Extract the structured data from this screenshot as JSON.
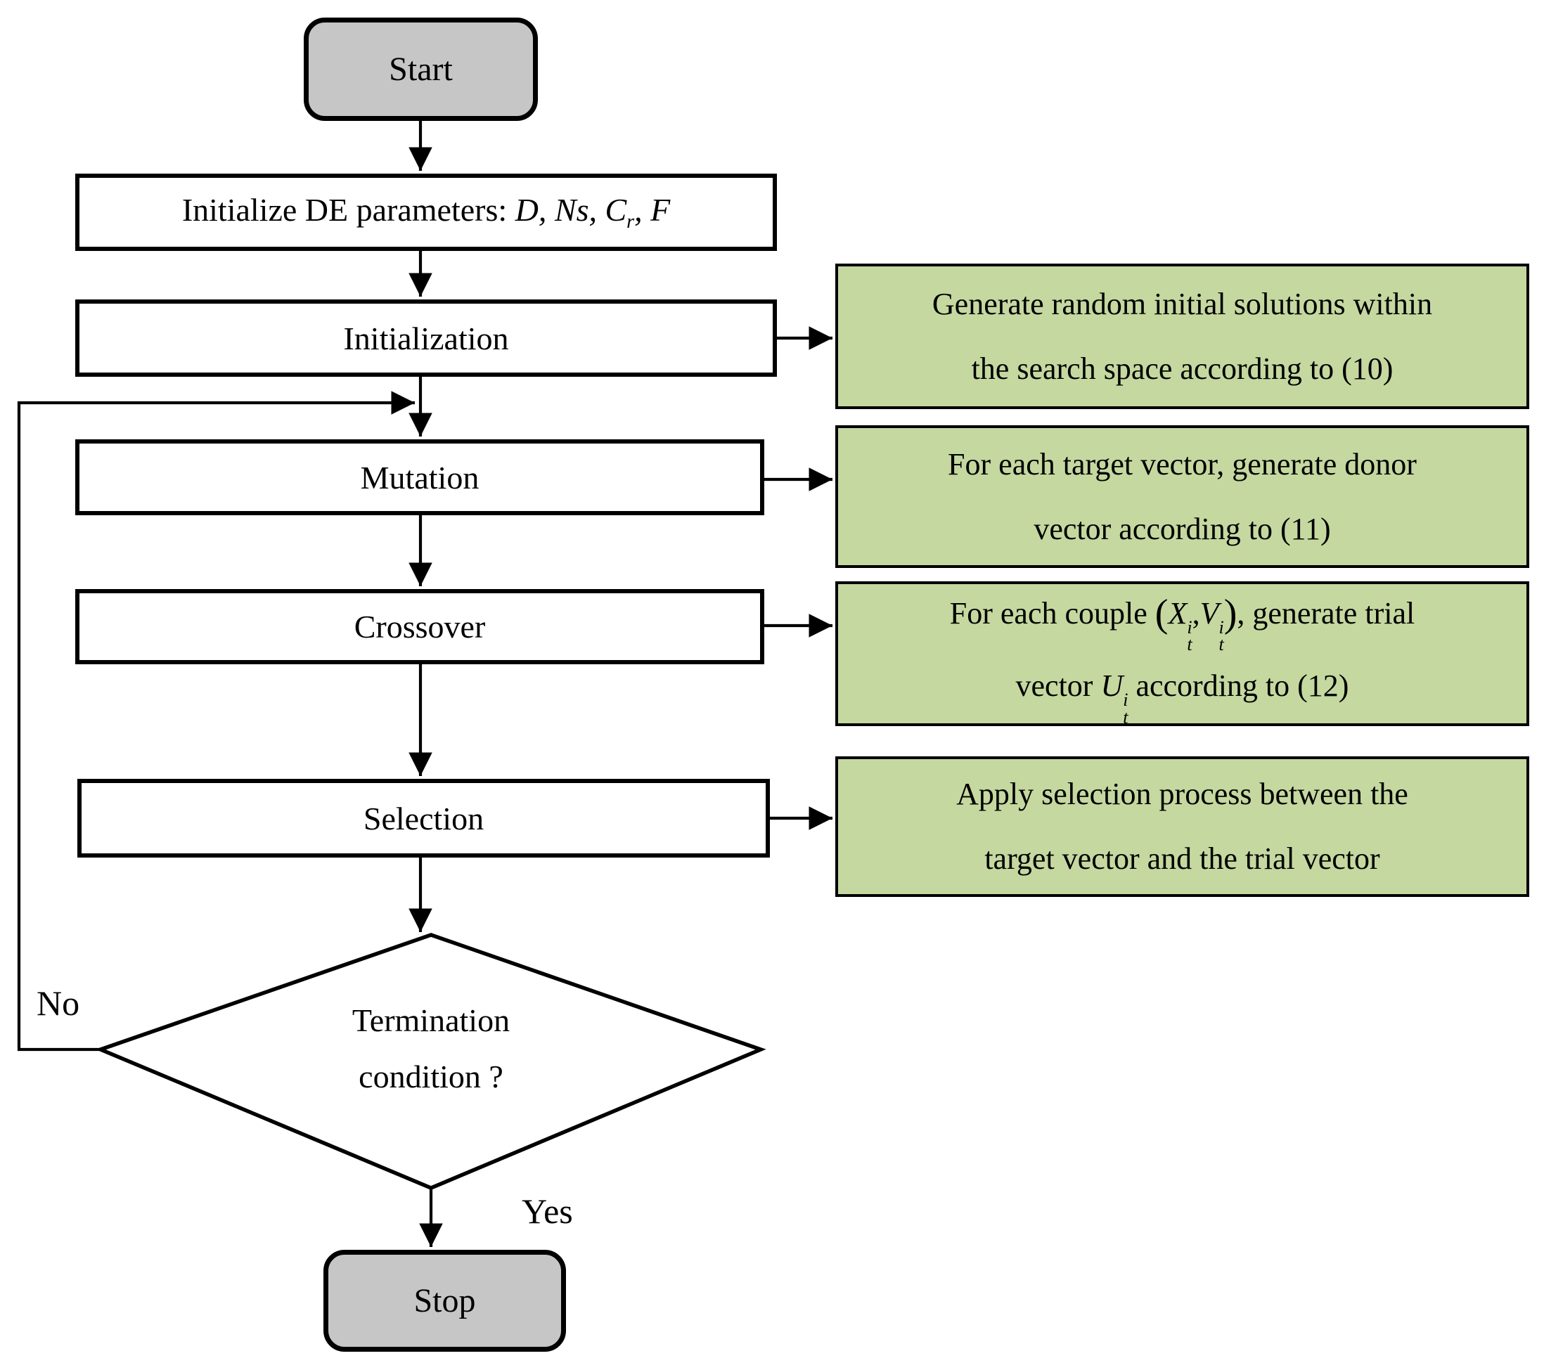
{
  "colors": {
    "terminal_fill": "#c6c6c6",
    "process_fill": "#ffffff",
    "note_fill": "#c5d8a0",
    "line": "#000000"
  },
  "nodes": {
    "start": "Start",
    "stop": "Stop",
    "initialization": "Initialization",
    "mutation": "Mutation",
    "crossover": "Crossover",
    "selection": "Selection",
    "init_params": {
      "prefix": "Initialize DE parameters: ",
      "d": "D,",
      "ns": " Ns,",
      "c": " C",
      "c_sub": "r",
      "c_comma": ",",
      "f": " F"
    },
    "decision": {
      "line1": "Termination",
      "line2": "condition ?"
    }
  },
  "notes": {
    "initialization": {
      "line1": "Generate random initial solutions within",
      "line2": "the search space according to (10)"
    },
    "mutation": {
      "line1": "For each target vector, generate donor",
      "line2": "vector according to (11)"
    },
    "crossover": {
      "line1_start": "For each couple ",
      "open_paren": "(",
      "x": "X",
      "x_sup": "i",
      "x_sub": "t",
      "comma": ",",
      "v": "V",
      "v_sup": "i",
      "v_sub": "t",
      "close_paren": ")",
      "line1_end": ", generate trial",
      "line2_start": "vector ",
      "u": "U",
      "u_sup": "i",
      "u_sub": "t",
      "line2_end": " according to (12)"
    },
    "selection": {
      "line1": "Apply selection process between the",
      "line2": "target vector and the trial vector"
    }
  },
  "edge_labels": {
    "no": "No",
    "yes": "Yes"
  }
}
